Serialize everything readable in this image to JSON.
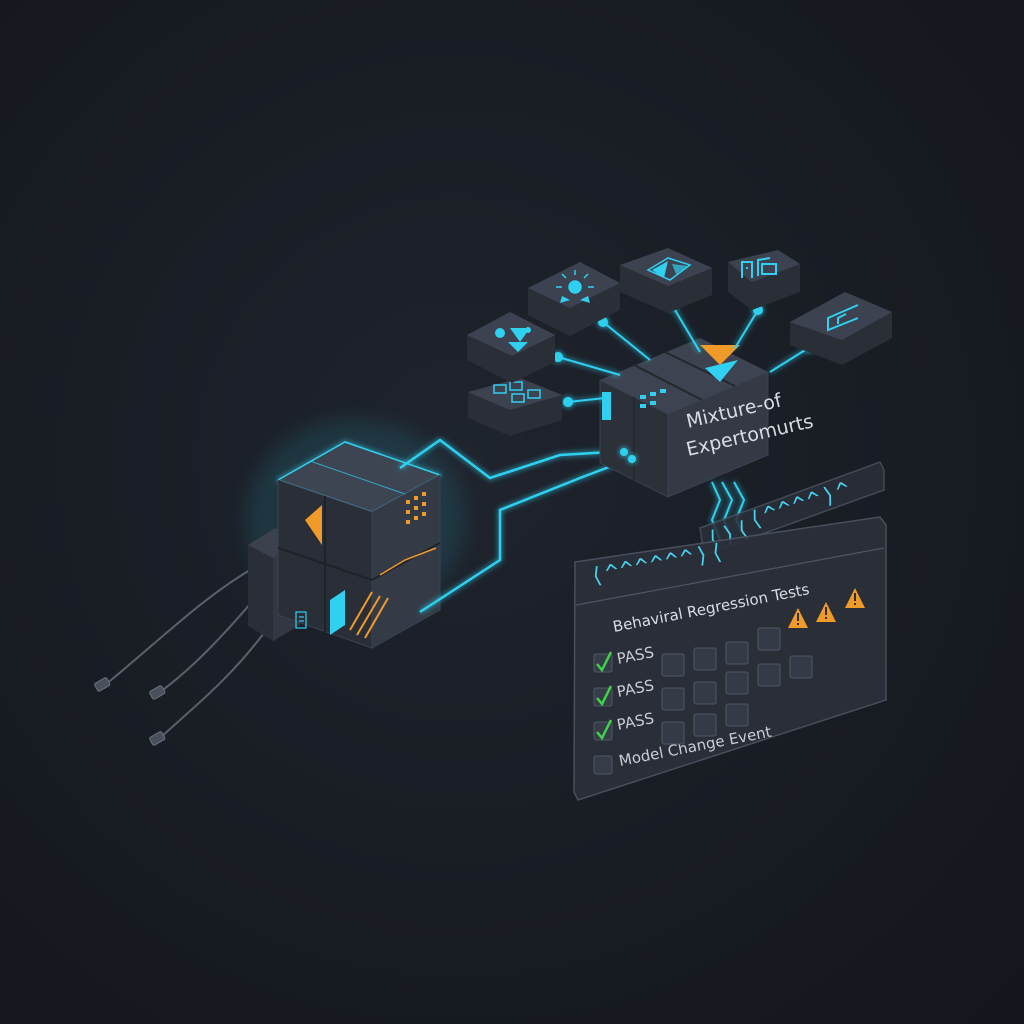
{
  "router_label": {
    "line1": "Mixture-of",
    "line2": "Expertomurts"
  },
  "token_streams": {
    "upper": "⟨^^^^⟩^",
    "upper_left": "⟨⟩⟨",
    "lower": "⟨^^^^^^⟩⟨"
  },
  "test_panel": {
    "title": "Behaviral Regression Tests",
    "rows": [
      "PASS",
      "PASS",
      "PASS"
    ],
    "event_label": "Model Change Event",
    "warning_count": 3
  },
  "expert_icons": [
    "grid-chip-icon",
    "nodes-icon",
    "sun-gear-icon",
    "triangle-icon",
    "circuit-icon",
    "bracket-icon"
  ],
  "colors": {
    "accent_cyan": "#2fd0f0",
    "accent_orange": "#f09a2a",
    "pass_green": "#3fd24a",
    "block_top": "#3d4350",
    "block_left": "#2a2e37",
    "block_right": "#333844"
  }
}
